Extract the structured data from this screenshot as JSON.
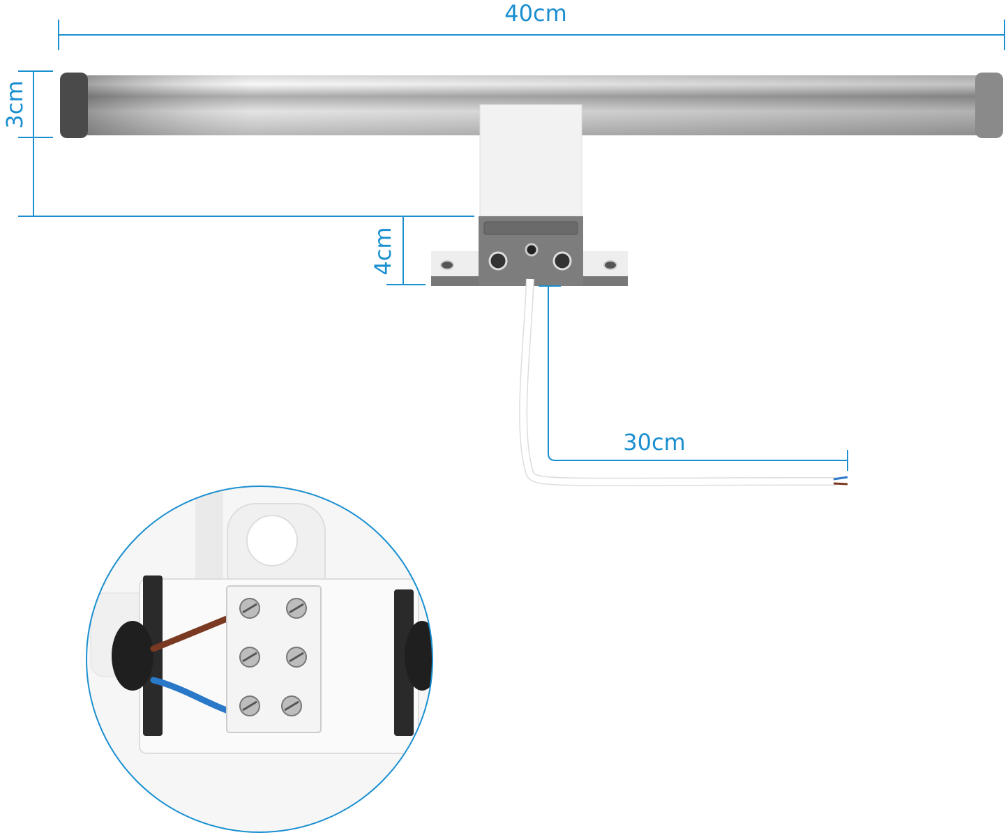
{
  "dimensions": {
    "length": "40cm",
    "height": "3cm",
    "bracket": "4cm",
    "cable": "30cm"
  },
  "colors": {
    "dimension_line": "#1a8fd0",
    "wire_brown": "#7a3a22",
    "wire_blue": "#2a78c8"
  }
}
